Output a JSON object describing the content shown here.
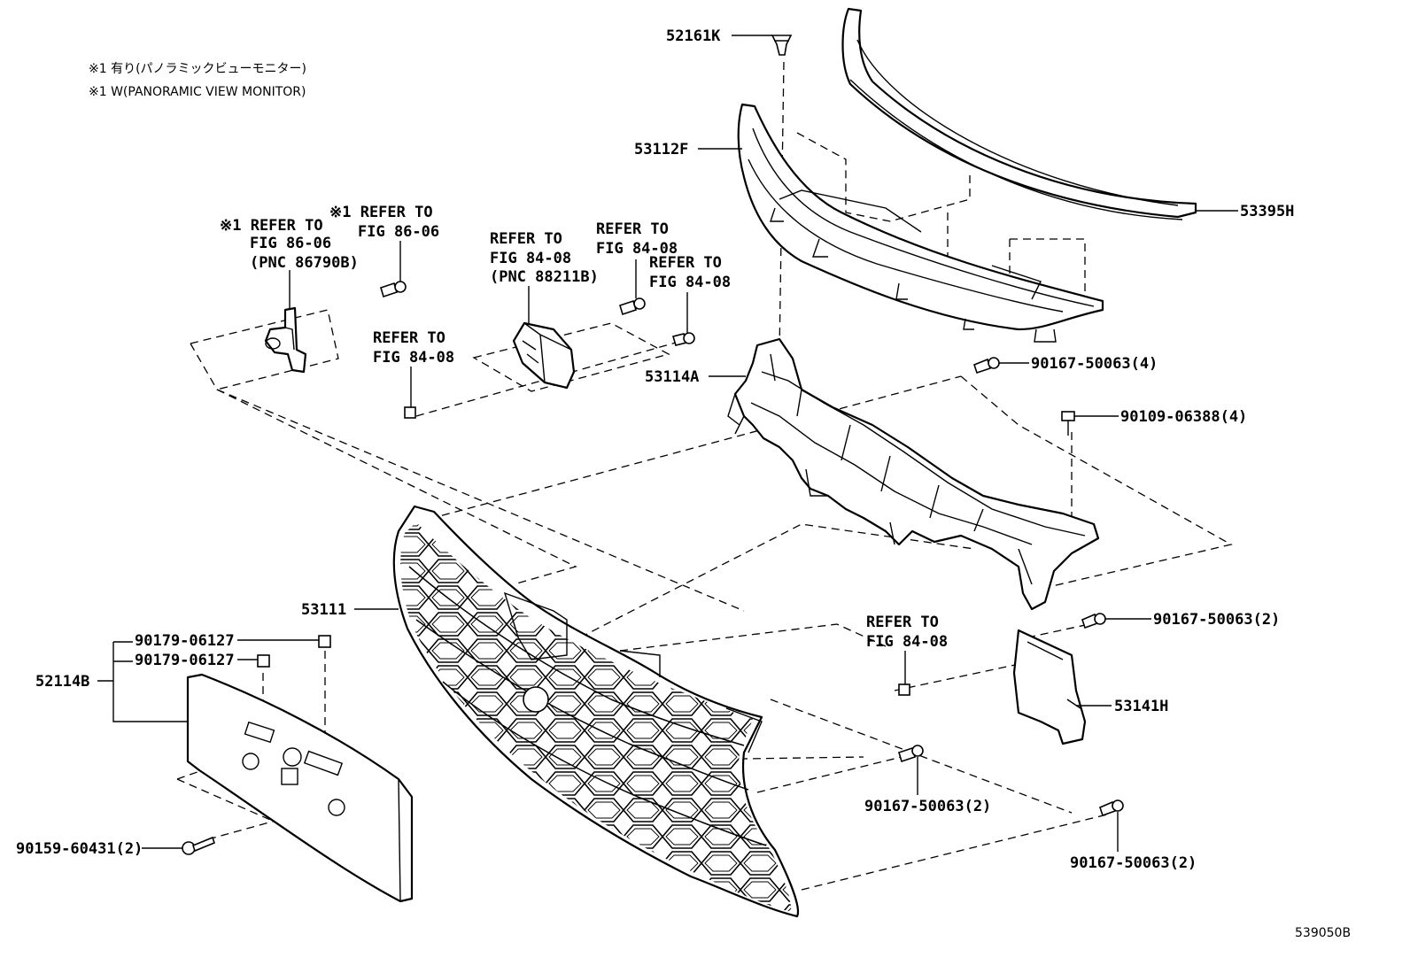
{
  "notes": {
    "line1": "※1 有り(パノラミックビューモニター)",
    "line2": "※1 W(PANORAMIC VIEW MONITOR)"
  },
  "labels": {
    "p52161K": "52161K",
    "p53112F": "53112F",
    "p53395H": "53395H",
    "p53114A": "53114A",
    "p53111": "53111",
    "p52114B": "52114B",
    "p53141H": "53141H",
    "p90167_50063_4": "90167-50063(4)",
    "p90109_06388_4": "90109-06388(4)",
    "p90167_50063_2a": "90167-50063(2)",
    "p90167_50063_2b": "90167-50063(2)",
    "p90167_50063_2c": "90167-50063(2)",
    "p90179_06127_a": "90179-06127",
    "p90179_06127_b": "90179-06127",
    "p90159_60431_2": "90159-60431(2)"
  },
  "refs": {
    "r1": {
      "line1": "※1 REFER TO",
      "line2": "FIG 86-06",
      "line3": "(PNC 86790B)"
    },
    "r2": {
      "line1": "※1 REFER TO",
      "line2": "FIG 86-06"
    },
    "r3": {
      "line1": "REFER TO",
      "line2": "FIG 84-08",
      "line3": "(PNC 88211B)"
    },
    "r4": {
      "line1": "REFER TO",
      "line2": "FIG 84-08"
    },
    "r5": {
      "line1": "REFER TO",
      "line2": "FIG 84-08"
    },
    "r6": {
      "line1": "REFER TO",
      "line2": "FIG 84-08"
    },
    "r7": {
      "line1": "REFER TO",
      "line2": "FIG 84-08"
    }
  },
  "figure_number": "539050B"
}
